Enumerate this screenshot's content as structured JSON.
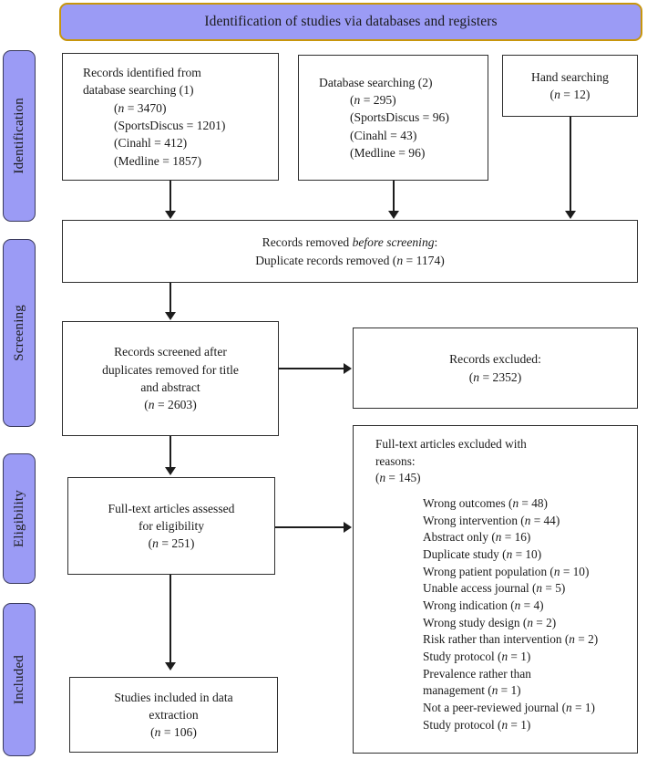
{
  "diagram": {
    "type": "prisma-flow-diagram",
    "title_banner": "Identification of studies via databases and registers",
    "accent_banner_border": "#c8960c",
    "accent_fill": "#9b9bf5",
    "stage_labels": [
      {
        "name": "identification",
        "label": "Identification"
      },
      {
        "name": "screening",
        "label": "Screening"
      },
      {
        "name": "eligibility",
        "label": "Eligibility"
      },
      {
        "name": "included",
        "label": "Included"
      }
    ],
    "nodes": {
      "records_identified": {
        "lines": [
          "Records identified from",
          "database searching (1)"
        ],
        "indented": [
          "(n = 3470)",
          "(SportsDiscus = 1201)",
          "(Cinahl = 412)",
          "(Medline = 1857)"
        ]
      },
      "database_searching_2": {
        "lines": [
          "Database searching (2)"
        ],
        "indented": [
          "(n = 295)",
          "(SportsDiscus = 96)",
          "(Cinahl = 43)",
          "(Medline = 96)"
        ]
      },
      "hand_searching": {
        "lines": [
          "Hand searching"
        ],
        "indented": [
          "(n = 12)"
        ]
      },
      "records_removed": {
        "line1_prefix": "Records removed ",
        "line1_italic": "before screening",
        "line1_suffix": ":",
        "line2": "Duplicate records removed (n = 1174)"
      },
      "records_screened": {
        "lines": [
          "Records screened after",
          "duplicates removed for title",
          "and abstract",
          "(n = 2603)"
        ]
      },
      "records_excluded": {
        "lines": [
          "Records excluded:",
          "(n = 2352)"
        ]
      },
      "fulltext_assessed": {
        "lines": [
          "Full-text articles assessed",
          "for eligibility",
          "(n = 251)"
        ]
      },
      "fulltext_excluded": {
        "header_lines": [
          "Full-text articles excluded with",
          "reasons:",
          "(n = 145)"
        ],
        "reasons": [
          "Wrong outcomes (n = 48)",
          "Wrong intervention (n = 44)",
          "Abstract only (n = 16)",
          "Duplicate study (n = 10)",
          "Wrong patient population (n = 10)",
          "Unable access journal (n = 5)",
          "Wrong indication (n = 4)",
          "Wrong study design (n = 2)",
          "Risk rather than intervention (n = 2)",
          "Study protocol (n = 1)",
          "Prevalence rather than",
          "management (n = 1)",
          "Not a peer-reviewed journal (n = 1)",
          "Study protocol (n = 1)"
        ]
      },
      "studies_included": {
        "lines": [
          "Studies included in data",
          "extraction",
          "(n = 106)"
        ]
      }
    }
  }
}
